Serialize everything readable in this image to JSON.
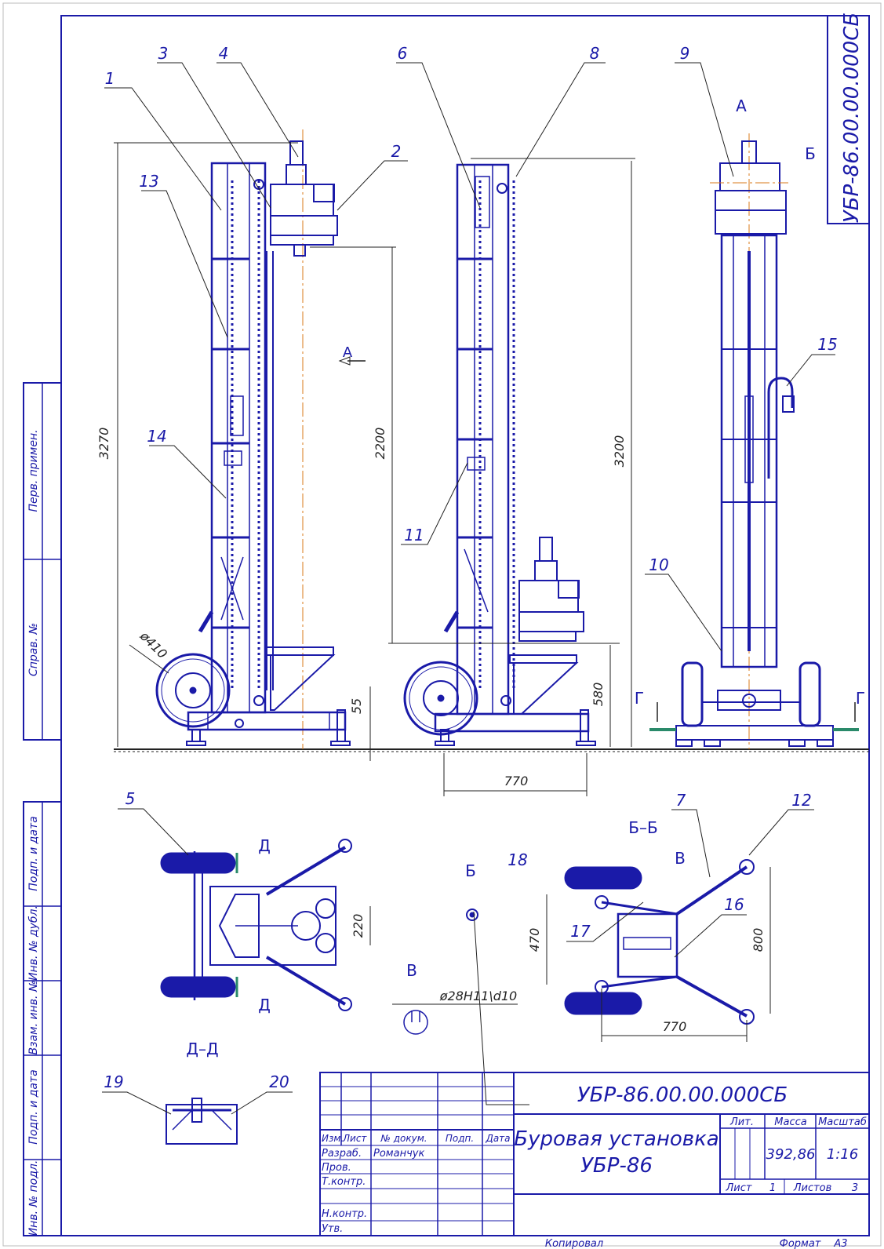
{
  "doc_code_vertical": "УБР-86.00.00.000СБ",
  "side_labels": [
    "Перв. примен.",
    "Справ. №",
    "Подп. и дата",
    "Инв. № дубл.",
    "Взам. инв. №",
    "Подп. и дата",
    "Инв. № подл."
  ],
  "leaders": [
    "1",
    "2",
    "3",
    "4",
    "6",
    "8",
    "9",
    "11",
    "13",
    "14",
    "15",
    "10",
    "5",
    "18",
    "7",
    "12",
    "17",
    "16",
    "19",
    "20"
  ],
  "views": {
    "arrow_a_main": "А",
    "arrow_a_top": "А",
    "mark_b_top": "Б",
    "section_g_left": "Г",
    "section_g_right": "Г",
    "view_d1": "Д",
    "view_d2": "Д",
    "section_bb": "Б–Б",
    "section_dd": "Д–Д",
    "detail_b": "Б",
    "detail_v": "В",
    "mark_v_plan": "В"
  },
  "dims": {
    "d3270": "3270",
    "d2200": "2200",
    "d3200": "3200",
    "d580": "580",
    "d55": "55",
    "d770a": "770",
    "d770b": "770",
    "d220": "220",
    "d470": "470",
    "d800": "800",
    "wheel": "ø410",
    "fit": "ø28H11\\d10"
  },
  "title_block": {
    "code": "УБР-86.00.00.000СБ",
    "name_line1": "Буровая установка",
    "name_line2": "УБР-86",
    "headers": {
      "izm": "Изм.",
      "list": "Лист",
      "doc": "№ докум.",
      "podp": "Подп.",
      "data": "Дата"
    },
    "roles": {
      "razrab": "Разраб.",
      "prov": "Пров.",
      "tkontr": "Т.контр.",
      "nkontr": "Н.контр.",
      "utv": "Утв."
    },
    "author": "Романчук",
    "lit_label": "Лит.",
    "mass_label": "Масса",
    "scale_label": "Масштаб",
    "mass": "392,86",
    "scale": "1:16",
    "sheet_label": "Лист",
    "sheet_no": "1",
    "sheets_label": "Листов",
    "sheets_total": "3"
  },
  "footer": {
    "copied": "Копировал",
    "format_label": "Формат",
    "format": "А3"
  }
}
